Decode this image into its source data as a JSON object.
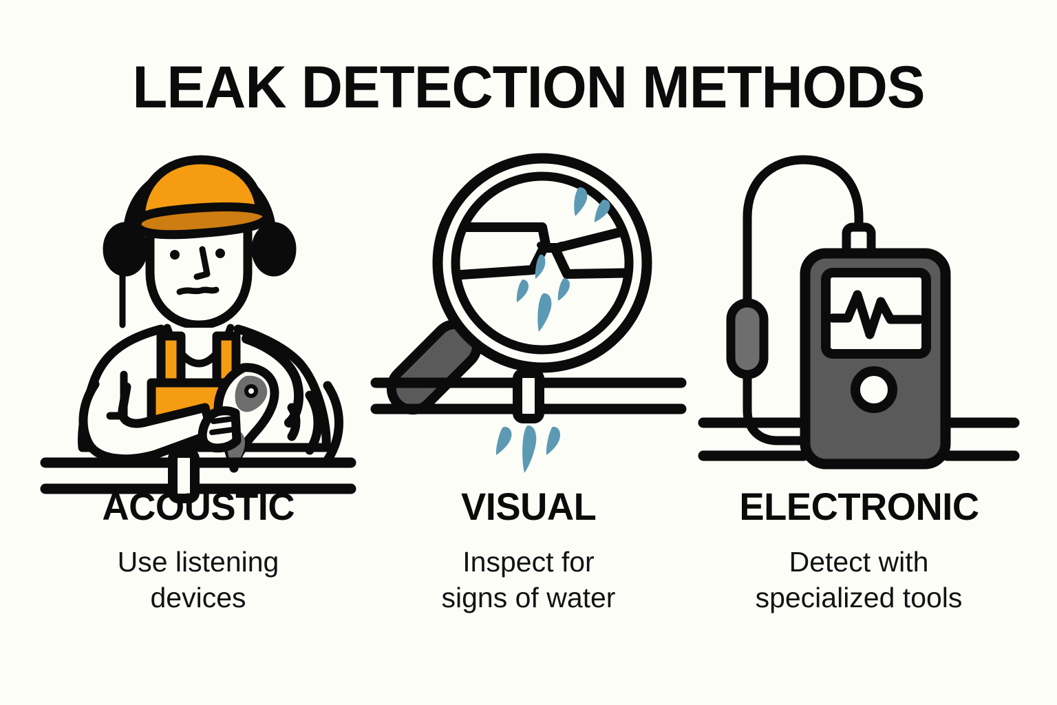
{
  "poster": {
    "title": "LEAK DETECTION METHODS",
    "background_color": "#FDFDF8",
    "ink_color": "#0B0B0B",
    "accent_orange": "#F59C13",
    "accent_orange_dark": "#CE7D12",
    "accent_water_blue": "#5C9AB4",
    "device_gray": "#5A5A5A",
    "device_gray_light": "#6E6E6E"
  },
  "methods": [
    {
      "id": "acoustic",
      "heading": "ACOUSTIC",
      "caption_line1": "Use listening",
      "caption_line2": "devices",
      "icon": "worker-with-listening-device-icon"
    },
    {
      "id": "visual",
      "heading": "VISUAL",
      "caption_line1": "Inspect for",
      "caption_line2": "signs of water",
      "icon": "magnifying-glass-over-leaking-pipe-icon"
    },
    {
      "id": "electronic",
      "heading": "ELECTRONIC",
      "caption_line1": "Detect with",
      "caption_line2": "specialized tools",
      "icon": "electronic-leak-detector-icon"
    }
  ]
}
